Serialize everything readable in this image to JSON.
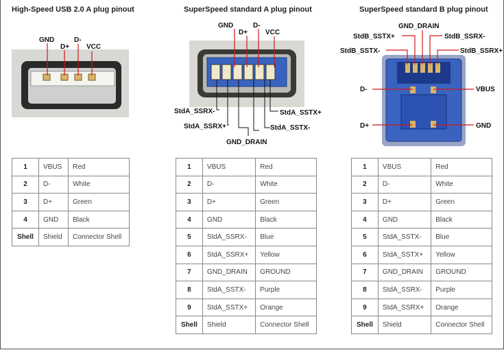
{
  "panels": [
    {
      "title": "High-Speed USB 2.0 A plug pinout",
      "callouts": [
        "GND",
        "D+",
        "D-",
        "VCC"
      ],
      "rows": [
        [
          "1",
          "VBUS",
          "Red"
        ],
        [
          "2",
          "D-",
          "White"
        ],
        [
          "3",
          "D+",
          "Green"
        ],
        [
          "4",
          "GND",
          "Black"
        ],
        [
          "Shell",
          "Shield",
          "Connector Shell"
        ]
      ]
    },
    {
      "title": "SuperSpeed standard A plug pinout",
      "callouts": [
        "GND",
        "D+",
        "D-",
        "VCC",
        "StdA_SSRX-",
        "StdA_SSRX+",
        "StdA_SSTX+",
        "StdA_SSTX-",
        "GND_DRAIN"
      ],
      "rows": [
        [
          "1",
          "VBUS",
          "Red"
        ],
        [
          "2",
          "D-",
          "White"
        ],
        [
          "3",
          "D+",
          "Green"
        ],
        [
          "4",
          "GND",
          "Black"
        ],
        [
          "5",
          "StdA_SSRX-",
          "Blue"
        ],
        [
          "6",
          "StdA_SSRX+",
          "Yellow"
        ],
        [
          "7",
          "GND_DRAIN",
          "GROUND"
        ],
        [
          "8",
          "StdA_SSTX-",
          "Purple"
        ],
        [
          "9",
          "StdA_SSTX+",
          "Orange"
        ],
        [
          "Shell",
          "Shield",
          "Connector Shell"
        ]
      ]
    },
    {
      "title": "SuperSpeed standard B plug pinout",
      "callouts": [
        "GND_DRAIN",
        "StdB_SSTX+",
        "StdB_SSRX-",
        "StdB_SSTX-",
        "StdB_SSRX+",
        "D-",
        "VBUS",
        "D+",
        "GND"
      ],
      "rows": [
        [
          "1",
          "VBUS",
          "Red"
        ],
        [
          "2",
          "D-",
          "White"
        ],
        [
          "3",
          "D+",
          "Green"
        ],
        [
          "4",
          "GND",
          "Black"
        ],
        [
          "5",
          "StdA_SSTX-",
          "Blue"
        ],
        [
          "6",
          "StdA_SSTX+",
          "Yellow"
        ],
        [
          "7",
          "GND_DRAIN",
          "GROUND"
        ],
        [
          "8",
          "StdA_SSRX-",
          "Purple"
        ],
        [
          "9",
          "StdA_SSRX+",
          "Orange"
        ],
        [
          "Shell",
          "Shield",
          "Connector Shell"
        ]
      ]
    }
  ],
  "colors": {
    "connector_blue": "#3a63c0",
    "connector_blue_dark": "#1d3a8a",
    "photo_gray": "#d6d6d2",
    "leader_line": "#d01818",
    "contact_gold": "#d9b56a"
  }
}
